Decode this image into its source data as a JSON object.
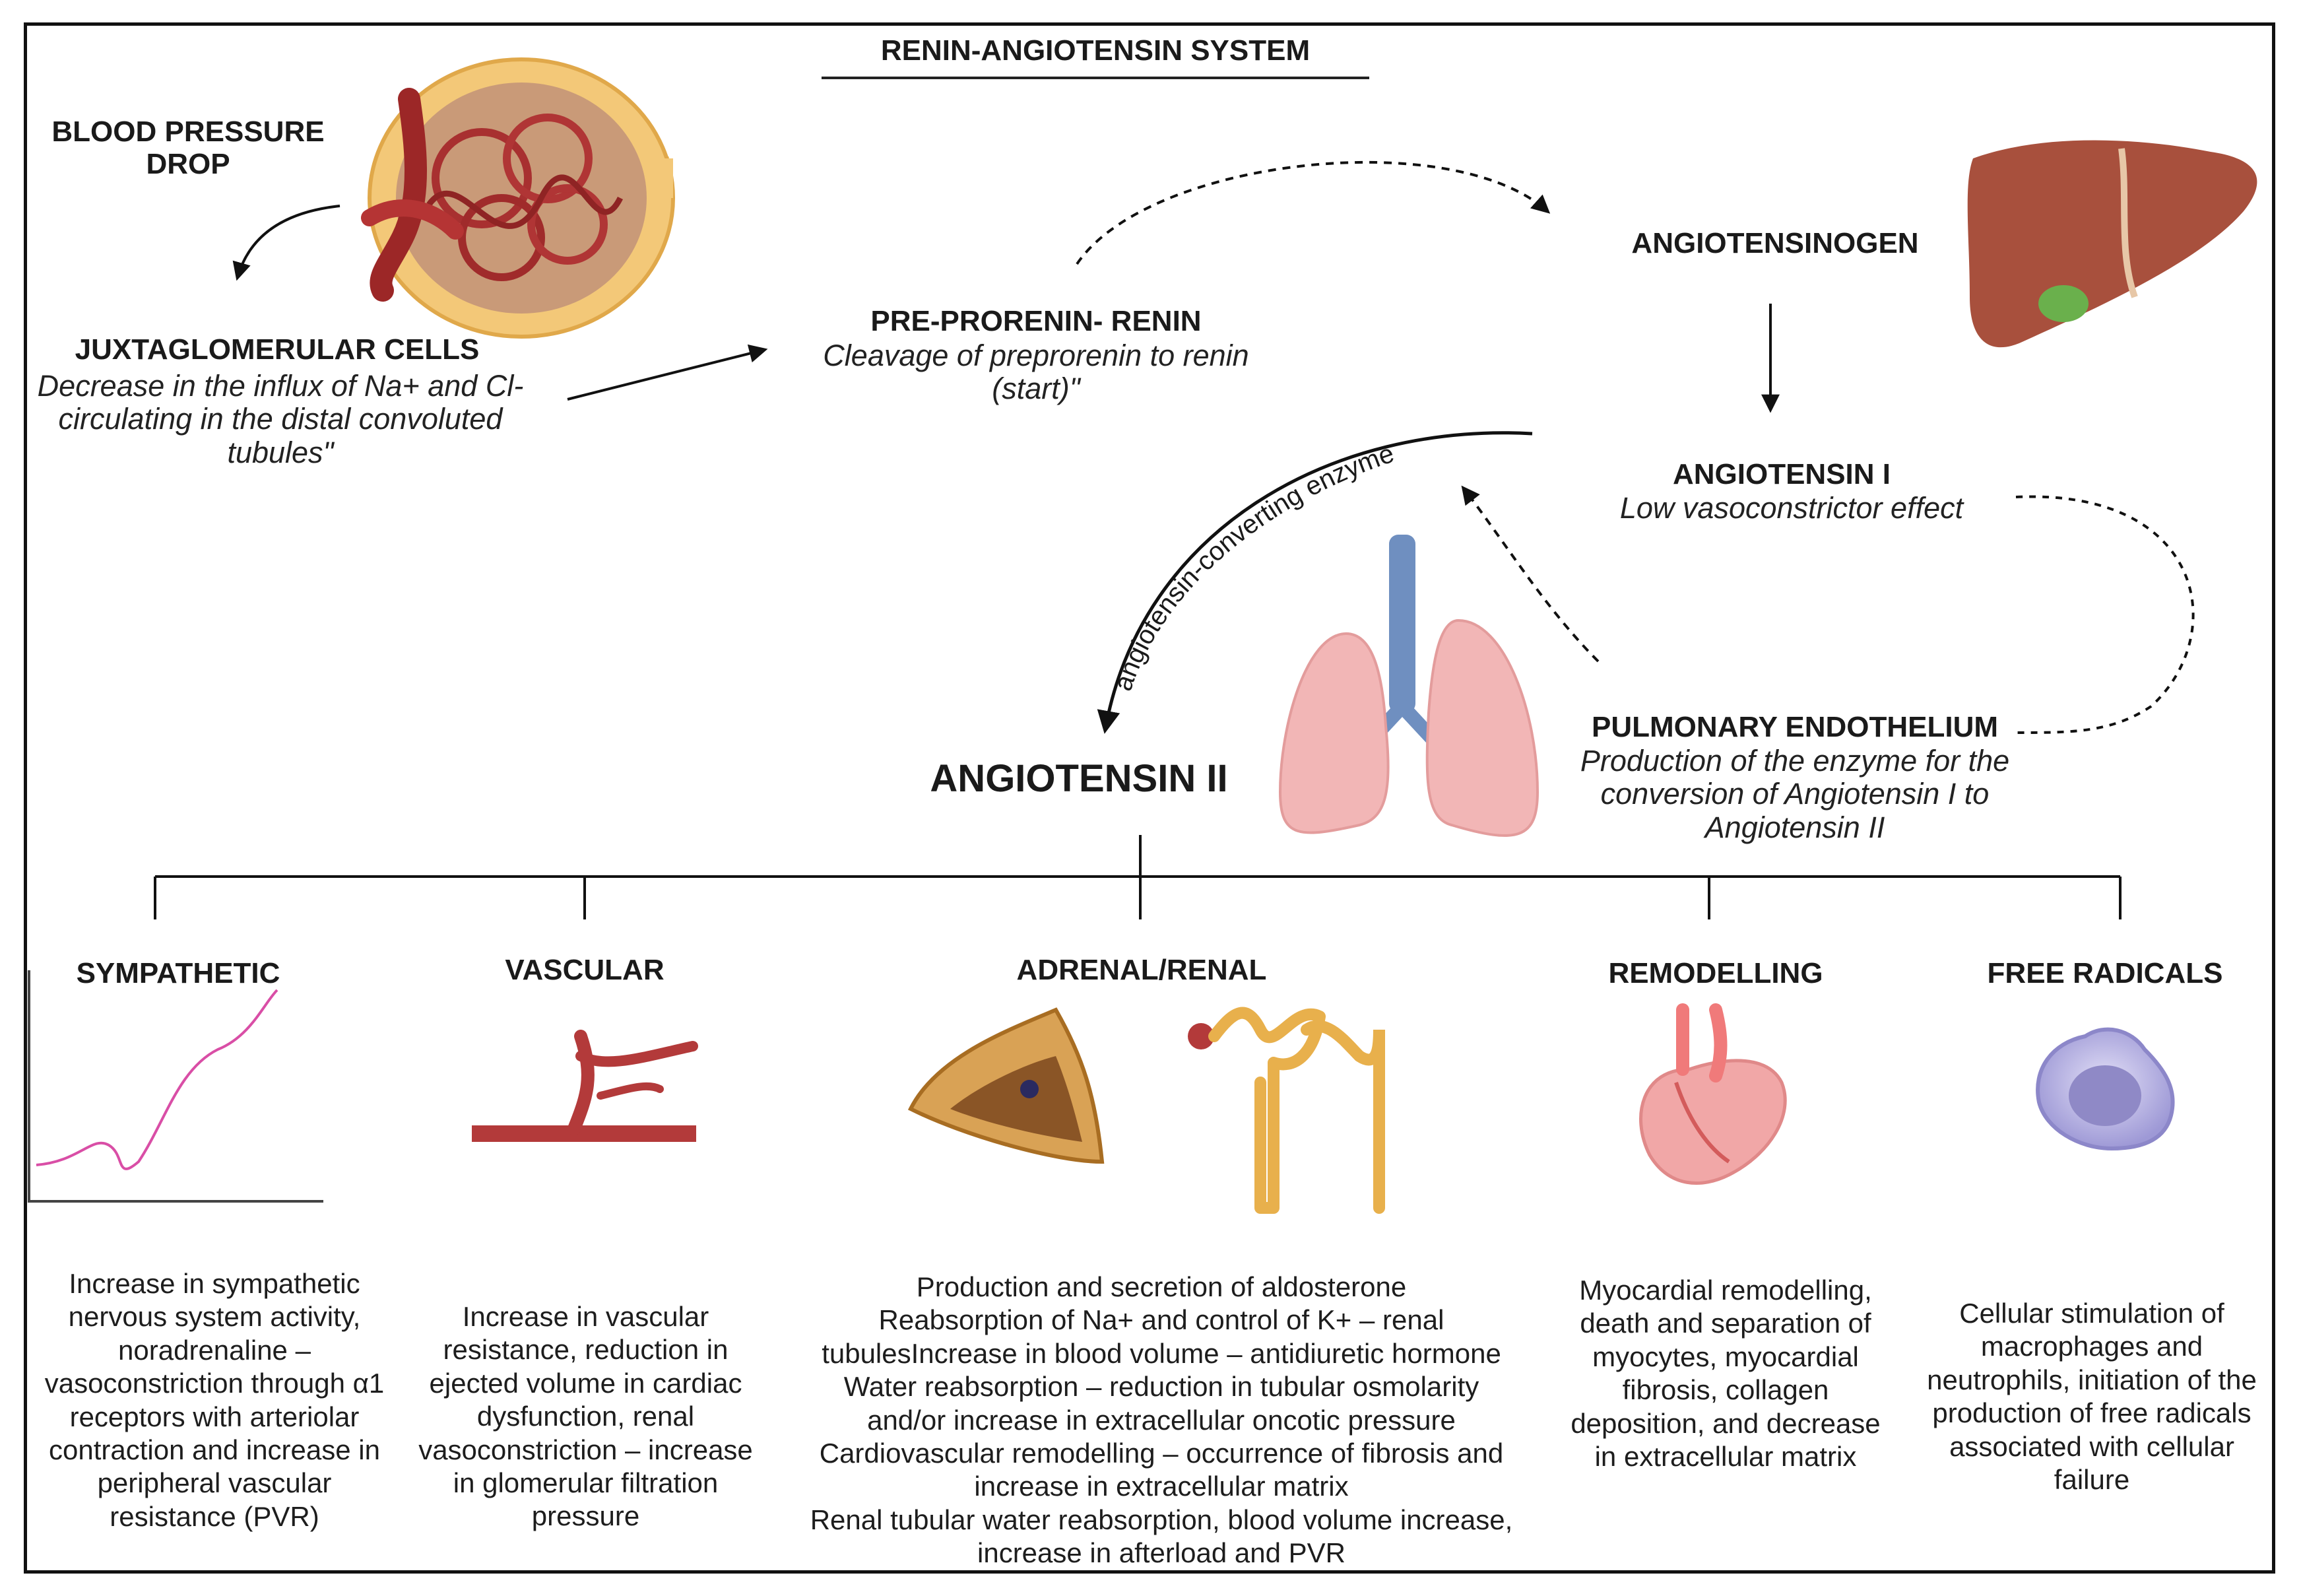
{
  "title": "RENIN-ANGIOTENSIN SYSTEM",
  "blood_pressure_drop": "BLOOD PRESSURE\nDROP",
  "juxtaglomerular": {
    "heading": "JUXTAGLOMERULAR CELLS",
    "text": "Decrease in the influx of Na+ and Cl- circulating in the distal convoluted tubules\""
  },
  "prorenin": {
    "heading": "PRE-PRORENIN- RENIN",
    "text": "Cleavage of preprorenin to renin (start)\""
  },
  "angiotensinogen": {
    "heading": "ANGIOTENSINOGEN"
  },
  "angiotensin1": {
    "heading": "ANGIOTENSIN I",
    "text": "Low vasoconstrictor effect"
  },
  "pulmonary": {
    "heading": "PULMONARY ENDOTHELIUM",
    "text": "Production of the enzyme for the conversion of Angiotensin I to Angiotensin II"
  },
  "enzyme_label": "angiotensin-converting enzyme",
  "angiotensin2": {
    "heading": "ANGIOTENSIN II"
  },
  "effects": {
    "sympathetic": {
      "heading": "SYMPATHETIC",
      "text": "Increase in sympathetic nervous system activity, noradrenaline – vasoconstriction through α1 receptors with arteriolar contraction and increase in peripheral vascular resistance (PVR)"
    },
    "vascular": {
      "heading": "VASCULAR",
      "text": "Increase in vascular resistance, reduction in ejected volume in cardiac dysfunction, renal vasoconstriction – increase in glomerular filtration pressure"
    },
    "adrenal": {
      "heading": "ADRENAL/RENAL",
      "lines": [
        "Production and secretion of aldosterone",
        "Reabsorption of Na+ and control of K+ – renal",
        "tubulesIncrease in blood volume – antidiuretic hormone",
        "Water reabsorption – reduction in tubular osmolarity",
        "and/or increase in extracellular oncotic pressure",
        "Cardiovascular remodelling – occurrence of fibrosis and",
        "increase in extracellular matrix",
        "Renal tubular water reabsorption, blood volume increase,",
        "increase in afterload and PVR"
      ]
    },
    "remodelling": {
      "heading": "REMODELLING",
      "text": "Myocardial remodelling, death and separation of myocytes, myocardial fibrosis, collagen deposition, and decrease in extracellular matrix"
    },
    "free_radicals": {
      "heading": "FREE RADICALS",
      "text": "Cellular stimulation of macrophages and neutrophils, initiation of the production of free radicals associated with cellular failure"
    }
  }
}
